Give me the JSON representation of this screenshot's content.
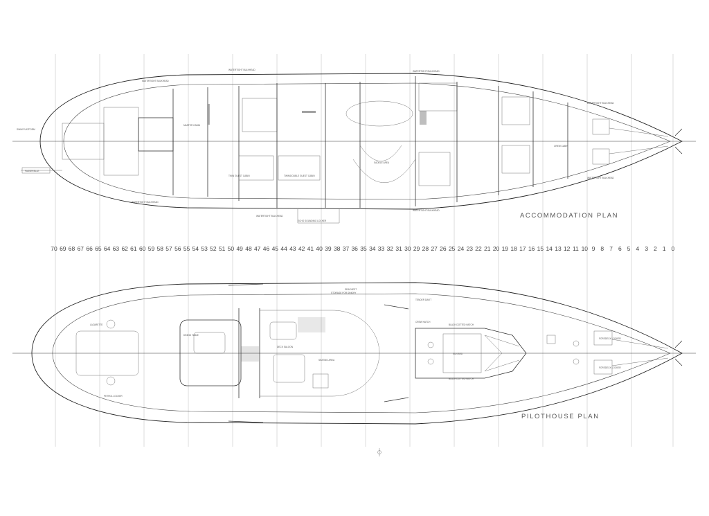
{
  "plans": {
    "accommodation_title": "ACCOMMODATION  PLAN",
    "pilothouse_title": "PILOTHOUSE  PLAN"
  },
  "stations": [
    "70",
    "69",
    "68",
    "67",
    "66",
    "65",
    "64",
    "63",
    "62",
    "61",
    "60",
    "59",
    "58",
    "57",
    "56",
    "55",
    "54",
    "53",
    "52",
    "51",
    "50",
    "49",
    "48",
    "47",
    "46",
    "45",
    "44",
    "43",
    "42",
    "41",
    "40",
    "39",
    "38",
    "37",
    "36",
    "35",
    "34",
    "33",
    "32",
    "31",
    "30",
    "29",
    "28",
    "27",
    "26",
    "25",
    "24",
    "23",
    "22",
    "21",
    "20",
    "19",
    "18",
    "17",
    "16",
    "15",
    "14",
    "13",
    "12",
    "11",
    "10",
    "9",
    "8",
    "7",
    "6",
    "5",
    "4",
    "3",
    "2",
    "1",
    "0"
  ],
  "colors": {
    "line": "#222222",
    "grid": "#b8b8b8",
    "background": "#ffffff"
  }
}
